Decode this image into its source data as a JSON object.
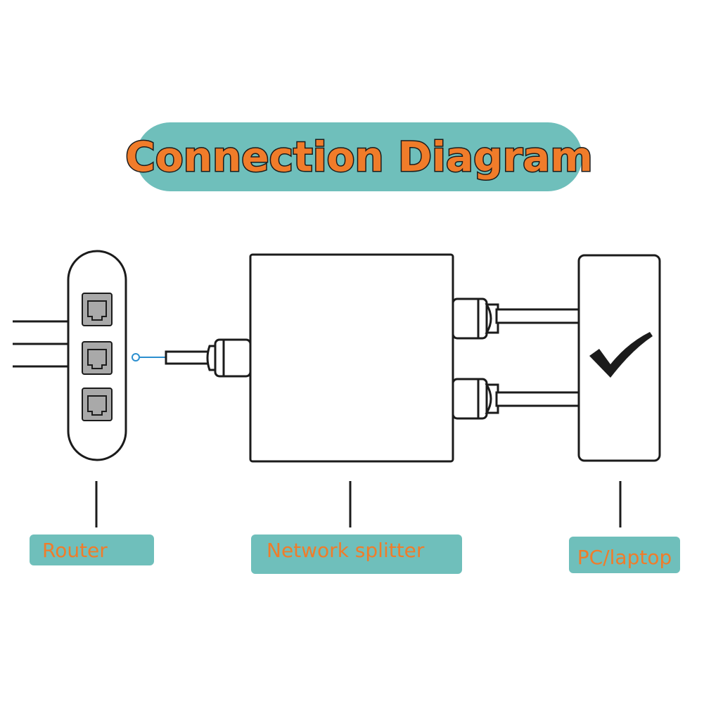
{
  "title": "Connection Diagram",
  "labels": {
    "router": "Router",
    "splitter": "Network splitter",
    "pc": "PC/laptop"
  },
  "icons": {
    "router_ports": "ethernet-port-icon",
    "checkmark": "checkmark-icon"
  },
  "colors": {
    "accent_teal": "#6fbfbb",
    "label_orange": "#f07c2a",
    "port_gray": "#a9a9a9",
    "connector_dot": "#2b8fcf",
    "outline": "#1b1b1b"
  }
}
